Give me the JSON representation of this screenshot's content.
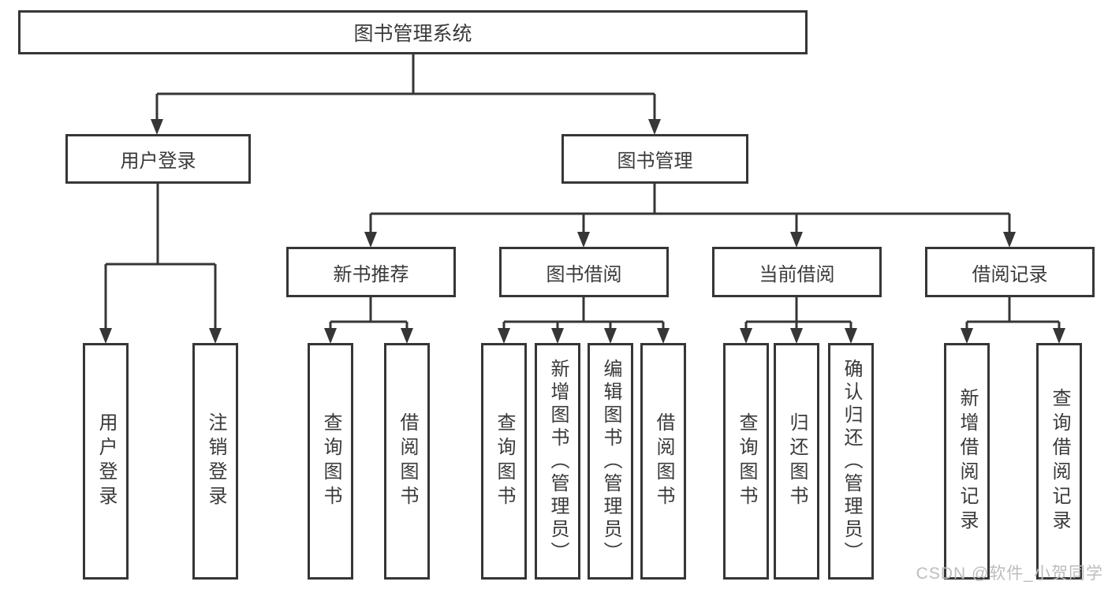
{
  "title": "图书管理系统",
  "tree": {
    "root": {
      "label": "图书管理系统"
    },
    "branches": [
      {
        "label": "用户登录",
        "children": [
          {
            "label": "用户登录"
          },
          {
            "label": "注销登录"
          }
        ]
      },
      {
        "label": "图书管理",
        "groups": [
          {
            "label": "新书推荐",
            "children": [
              {
                "label": "查询图书"
              },
              {
                "label": "借阅图书"
              }
            ]
          },
          {
            "label": "图书借阅",
            "children": [
              {
                "label": "查询图书"
              },
              {
                "label": "新增图书（管理员）"
              },
              {
                "label": "编辑图书（管理员）"
              },
              {
                "label": "借阅图书"
              }
            ]
          },
          {
            "label": "当前借阅",
            "children": [
              {
                "label": "查询图书"
              },
              {
                "label": "归还图书"
              },
              {
                "label": "确认归还（管理员）"
              }
            ]
          },
          {
            "label": "借阅记录",
            "children": [
              {
                "label": "新增借阅记录"
              },
              {
                "label": "查询借阅记录"
              }
            ]
          }
        ]
      }
    ]
  },
  "watermark": {
    "text": "CSDN @软件_小贺同学"
  },
  "colors": {
    "line": "#363636",
    "text": "#3a3a3a",
    "background": "#ffffff",
    "watermark": "#bdbdbd"
  }
}
